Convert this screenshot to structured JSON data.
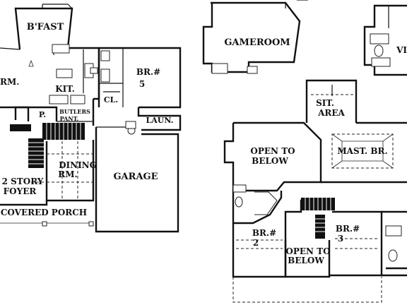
{
  "floor1": {
    "bfast": "B'FAST",
    "kit": "KIT.",
    "fam_rm": "RM.",
    "br5_line1": "BR.#",
    "br5_line2": "5",
    "closet": "CL.",
    "pantry": "P.",
    "butlers_line1": "BUTLERS",
    "butlers_line2": "PANT.",
    "laundry": "LAUN.",
    "garage": "GARAGE",
    "dining_line1": "DINING",
    "dining_line2": "RM.",
    "foyer_line1": "2 STORY",
    "foyer_line2": "FOYER",
    "porch": "COVERED PORCH"
  },
  "floor2": {
    "gameroom": "GAMEROOM",
    "vi_partial": "VI",
    "sit_line1": "SIT.",
    "sit_line2": "AREA",
    "open1_line1": "OPEN TO",
    "open1_line2": "BELOW",
    "master": "MAST. BR.",
    "br2_line1": "BR.#",
    "br2_line2": "2",
    "br3_line1": "BR.#",
    "br3_line2": "3",
    "open2_line1": "OPEN TO",
    "open2_line2": "BELOW"
  }
}
